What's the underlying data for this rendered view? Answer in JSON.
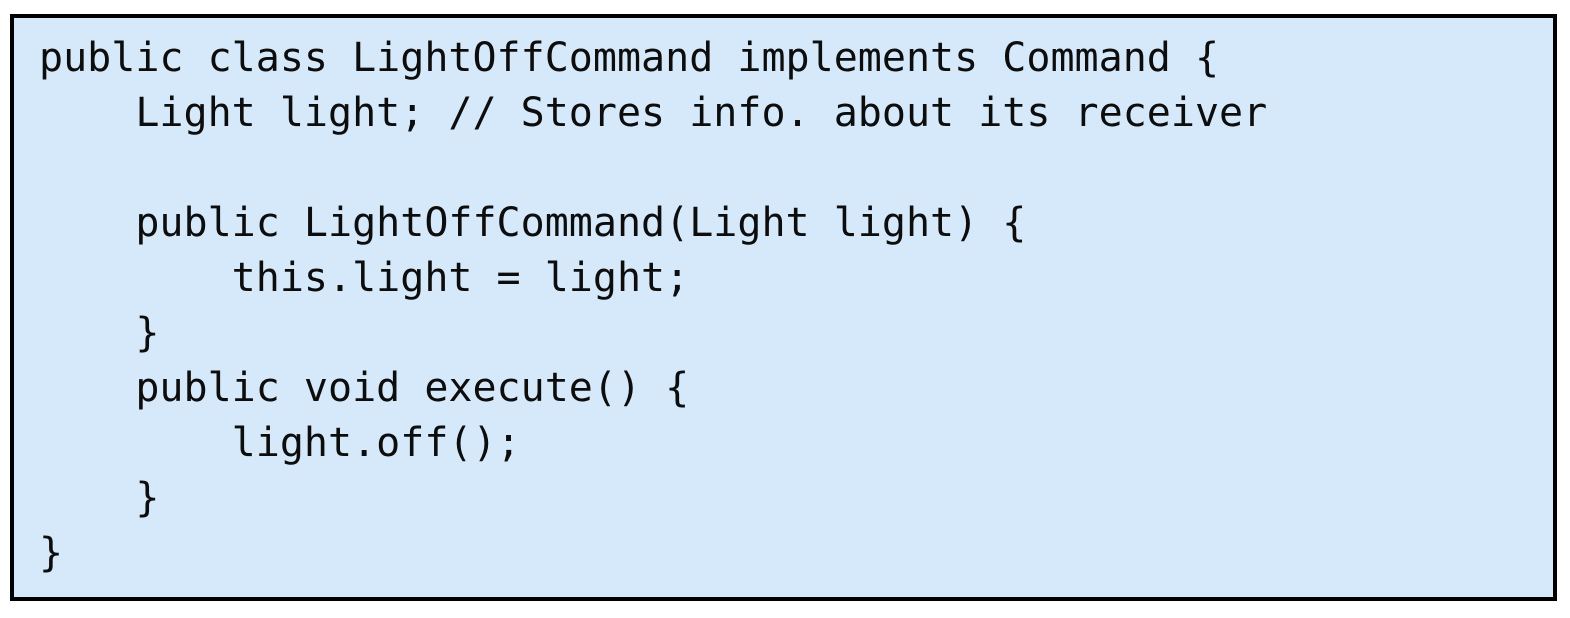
{
  "code_block": {
    "language": "java",
    "lines": [
      "public class LightOffCommand implements Command {",
      "    Light light; // Stores info. about its receiver",
      "",
      "    public LightOffCommand(Light light) {",
      "        this.light = light;",
      "    }",
      "    public void execute() {",
      "        light.off();",
      "    }",
      "}"
    ]
  },
  "colors": {
    "page_background": "#ffffff",
    "panel_background": "#d5e9fb",
    "panel_border": "#000000",
    "code_text": "#0d0d0d"
  }
}
